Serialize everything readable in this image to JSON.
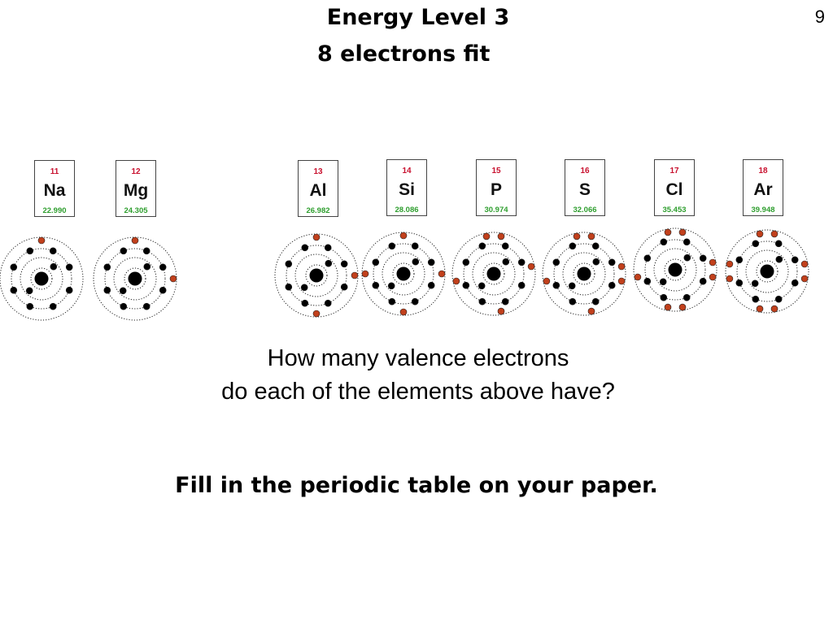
{
  "slide_number": "9",
  "title_line1": "Energy Level 3",
  "title_line2": "8 electrons fit",
  "question_line1": "How many valence electrons",
  "question_line2": "do each of the elements above have?",
  "instruction": "Fill in the periodic table on your paper.",
  "colors": {
    "atomic_number": "#c8102e",
    "atomic_mass": "#2e9e2e",
    "inner_electron": "#000000",
    "valence_electron": "#c1401c"
  },
  "elements": [
    {
      "number": "11",
      "symbol": "Na",
      "mass": "22.990",
      "valence_electrons": 1
    },
    {
      "number": "12",
      "symbol": "Mg",
      "mass": "24.305",
      "valence_electrons": 2
    },
    {
      "number": "13",
      "symbol": "Al",
      "mass": "26.982",
      "valence_electrons": 3
    },
    {
      "number": "14",
      "symbol": "Si",
      "mass": "28.086",
      "valence_electrons": 4
    },
    {
      "number": "15",
      "symbol": "P",
      "mass": "30.974",
      "valence_electrons": 5
    },
    {
      "number": "16",
      "symbol": "S",
      "mass": "32.066",
      "valence_electrons": 6
    },
    {
      "number": "17",
      "symbol": "Cl",
      "mass": "35.453",
      "valence_electrons": 7
    },
    {
      "number": "18",
      "symbol": "Ar",
      "mass": "39.948",
      "valence_electrons": 8
    }
  ]
}
